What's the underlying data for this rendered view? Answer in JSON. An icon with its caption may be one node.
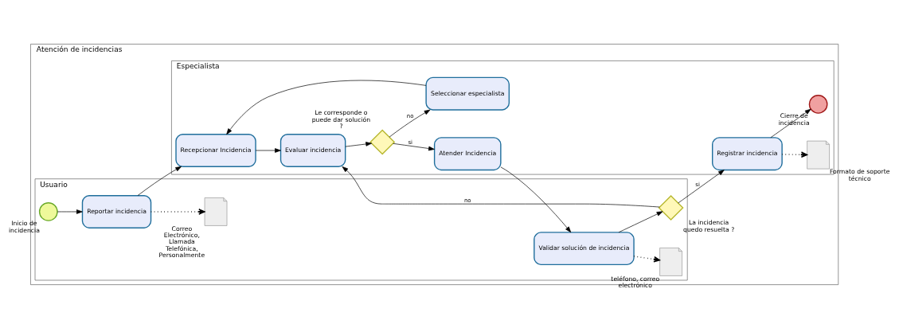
{
  "diagram": {
    "nodes": [
      {
        "text": [
          "Atención de incidencias"
        ]
      },
      {
        "text": [
          "Usuario"
        ],
        "in": 0
      },
      {
        "text": [
          "Especialista"
        ],
        "in": 0
      },
      {
        "text": [],
        "shape": "circle",
        "beside": [
          "Inicio de incidencia"
        ],
        "in": 1
      },
      {
        "text": [
          "Reportar incidencia"
        ],
        "in": 1
      },
      {
        "text": [],
        "shape": "document",
        "beside": [
          "Correo Electrónico, Llamada Telefónica, Personalmente"
        ],
        "in": 1
      },
      {
        "text": [
          "Validar solución de incidencia"
        ],
        "in": 1
      },
      {
        "text": [],
        "shape": "document",
        "beside": [
          "teléfono, correo electrónico"
        ],
        "in": 1
      },
      {
        "text": [],
        "shape": "diamond",
        "beside": [
          "La incidencia quedo resuelta ?"
        ],
        "in": 1
      },
      {
        "text": [
          "Recepcionar Incidencia"
        ],
        "in": 2
      },
      {
        "text": [
          "Evaluar incidencia"
        ],
        "in": 2
      },
      {
        "text": [],
        "shape": "diamond",
        "beside": [
          "Le corresponde o puede dar solución ?"
        ],
        "in": 2
      },
      {
        "text": [
          "Atender Incidencia"
        ],
        "in": 2
      },
      {
        "text": [
          "Seleccionar especialista"
        ],
        "in": 2
      },
      {
        "text": [
          "Registrar incidencia"
        ],
        "in": 2
      },
      {
        "text": [],
        "shape": "document",
        "beside": [
          "Formato de soporte técnico"
        ],
        "in": 2
      },
      {
        "text": [],
        "shape": "circle",
        "beside": [
          "Cierre de incidencia"
        ],
        "in": 2
      }
    ],
    "edges": [
      {
        "from": 3,
        "to": 4,
        "arrow": "to"
      },
      {
        "from": 4,
        "to": 5,
        "arrow": "to",
        "style": "dashed"
      },
      {
        "from": 4,
        "to": 9,
        "arrow": "to"
      },
      {
        "from": 9,
        "to": 10,
        "arrow": "to"
      },
      {
        "from": 10,
        "to": 11,
        "arrow": "to"
      },
      {
        "from": 11,
        "to": 12,
        "arrow": "to",
        "label": "si"
      },
      {
        "from": 11,
        "to": 13,
        "arrow": "to",
        "label": "no"
      },
      {
        "from": 13,
        "to": 9,
        "arrow": "to"
      },
      {
        "from": 12,
        "to": 6,
        "arrow": "to"
      },
      {
        "from": 6,
        "to": 7,
        "arrow": "to",
        "style": "dashed"
      },
      {
        "from": 6,
        "to": 8,
        "arrow": "to"
      },
      {
        "from": 8,
        "to": 10,
        "arrow": "to",
        "label": "no"
      },
      {
        "from": 8,
        "to": 14,
        "arrow": "to",
        "label": "si"
      },
      {
        "from": 14,
        "to": 15,
        "arrow": "to",
        "style": "dashed"
      },
      {
        "from": 14,
        "to": 16,
        "arrow": "to"
      }
    ]
  }
}
